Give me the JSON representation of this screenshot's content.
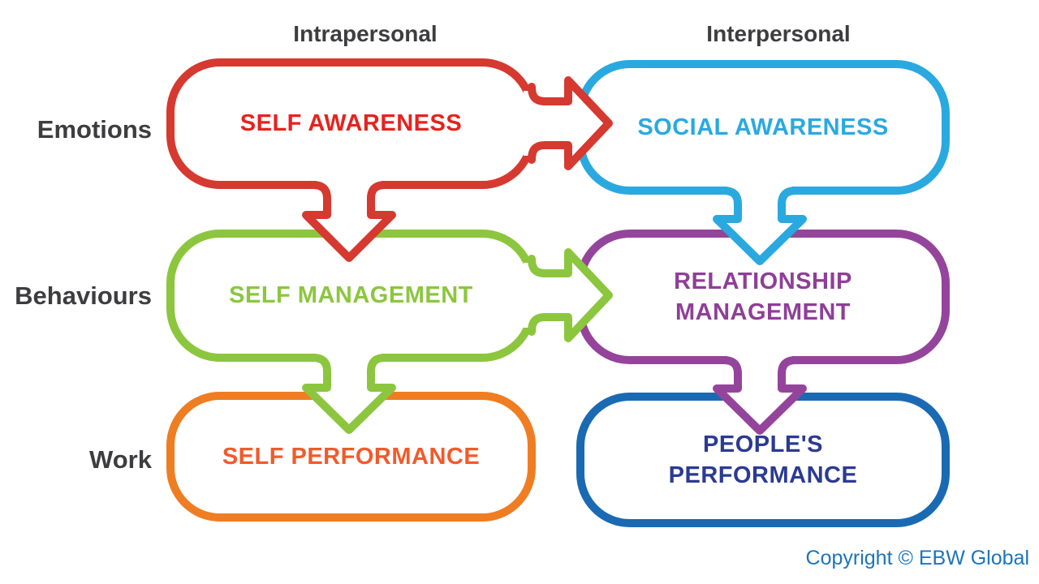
{
  "page": {
    "background": "#ffffff"
  },
  "column_headers": [
    {
      "label": "Intrapersonal"
    },
    {
      "label": "Interpersonal"
    }
  ],
  "row_labels": [
    {
      "label": "Emotions"
    },
    {
      "label": "Behaviours"
    },
    {
      "label": "Work"
    }
  ],
  "boxes": [
    {
      "id": "self-awareness",
      "label": "SELF AWARENESS",
      "row": "Emotions",
      "column": "Intrapersonal",
      "border_color": "#d6392f",
      "text_color": "#e5231e"
    },
    {
      "id": "social-awareness",
      "label": "SOCIAL AWARENESS",
      "row": "Emotions",
      "column": "Interpersonal",
      "border_color": "#29a9e0",
      "text_color": "#2aa9e0"
    },
    {
      "id": "self-management",
      "label": "SELF MANAGEMENT",
      "row": "Behaviours",
      "column": "Intrapersonal",
      "border_color": "#8cc63e",
      "text_color": "#8cc63e"
    },
    {
      "id": "relationship-management",
      "label": "RELATIONSHIP\nMANAGEMENT",
      "row": "Behaviours",
      "column": "Interpersonal",
      "border_color": "#94459b",
      "text_color": "#8e3f97"
    },
    {
      "id": "self-performance",
      "label": "SELF PERFORMANCE",
      "row": "Work",
      "column": "Intrapersonal",
      "border_color": "#ef7d22",
      "text_color": "#f15b2b"
    },
    {
      "id": "peoples-performance",
      "label": "PEOPLE'S\nPERFORMANCE",
      "row": "Work",
      "column": "Interpersonal",
      "border_color": "#1a6ab3",
      "text_color": "#2b3a92"
    }
  ],
  "arrows": [
    {
      "from": "self-awareness",
      "to": "social-awareness",
      "direction": "right",
      "color": "#d6392f"
    },
    {
      "from": "self-awareness",
      "to": "self-management",
      "direction": "down",
      "color": "#d6392f"
    },
    {
      "from": "social-awareness",
      "to": "relationship-management",
      "direction": "down",
      "color": "#29a9e0"
    },
    {
      "from": "self-management",
      "to": "relationship-management",
      "direction": "right",
      "color": "#8cc63e"
    },
    {
      "from": "self-management",
      "to": "self-performance",
      "direction": "down",
      "color": "#8cc63e"
    },
    {
      "from": "relationship-management",
      "to": "peoples-performance",
      "direction": "down",
      "color": "#94459b"
    }
  ],
  "footer": {
    "copyright": "Copyright © EBW Global",
    "color": "#1b75bc"
  }
}
